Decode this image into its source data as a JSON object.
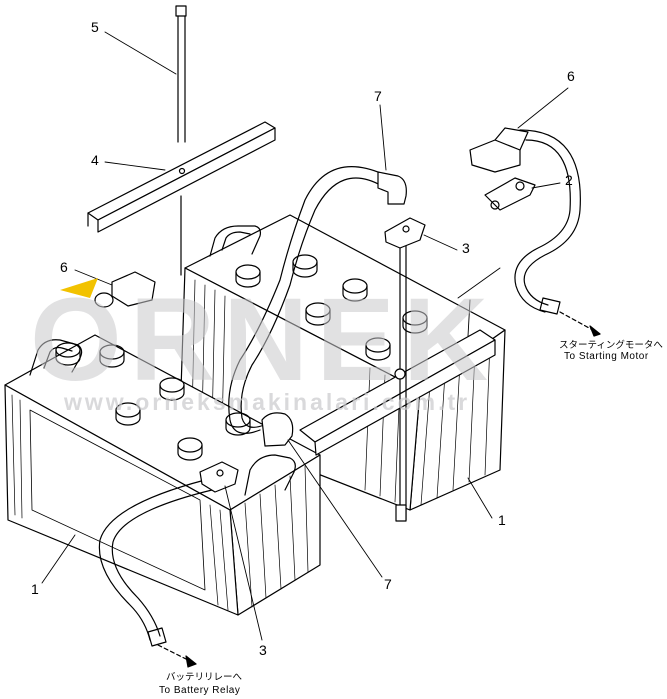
{
  "watermark": {
    "brand": "ORNEK",
    "url": "www.orneksmakinalari.com.tr",
    "brand_color": "#c9c9cc",
    "accent_color": "#f2c200"
  },
  "callouts": [
    "5",
    "4",
    "6",
    "7",
    "6",
    "2",
    "3",
    "1",
    "1",
    "7",
    "3"
  ],
  "labels": {
    "starting_motor_jp": "スターティングモータへ",
    "starting_motor_en": "To Starting Motor",
    "battery_relay_jp": "バッテリリレーへ",
    "battery_relay_en": "To Battery Relay"
  },
  "colors": {
    "line": "#000000",
    "paper": "#ffffff"
  }
}
